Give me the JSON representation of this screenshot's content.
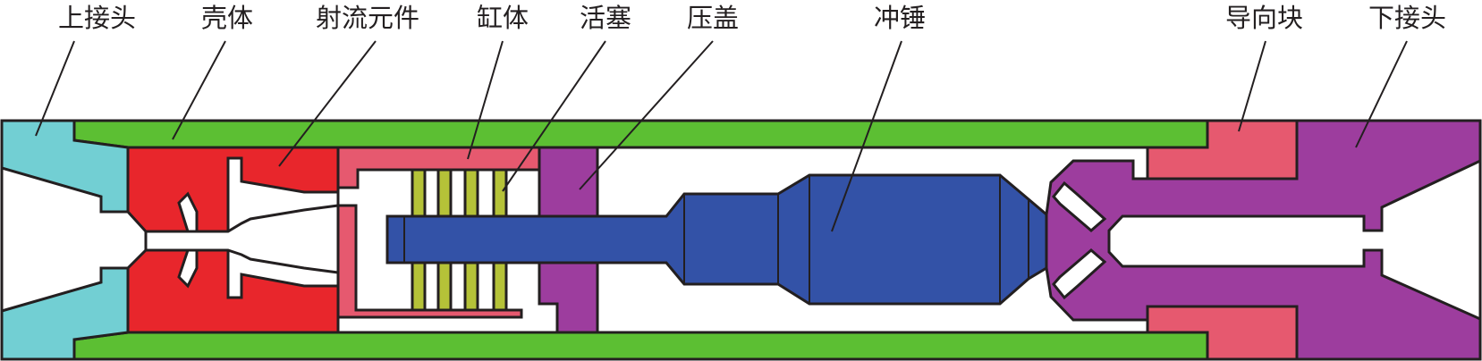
{
  "figure": {
    "labels": {
      "upper_sub": "上接头",
      "housing": "壳体",
      "jet_element": "射流元件",
      "cylinder": "缸体",
      "piston": "活塞",
      "gland": "压盖",
      "hammer": "冲锤",
      "guide_block": "导向块",
      "lower_sub": "下接头"
    },
    "colors": {
      "upper_sub": "#72cfd3",
      "housing": "#5cbf33",
      "jet_element": "#e8262c",
      "cylinder": "#e6596f",
      "piston": "#b5c238",
      "gland": "#9d3d9e",
      "hammer": "#3352a7",
      "guide_block": "#e6596f",
      "lower_sub": "#9d3d9e",
      "outline": "#231f20"
    }
  }
}
